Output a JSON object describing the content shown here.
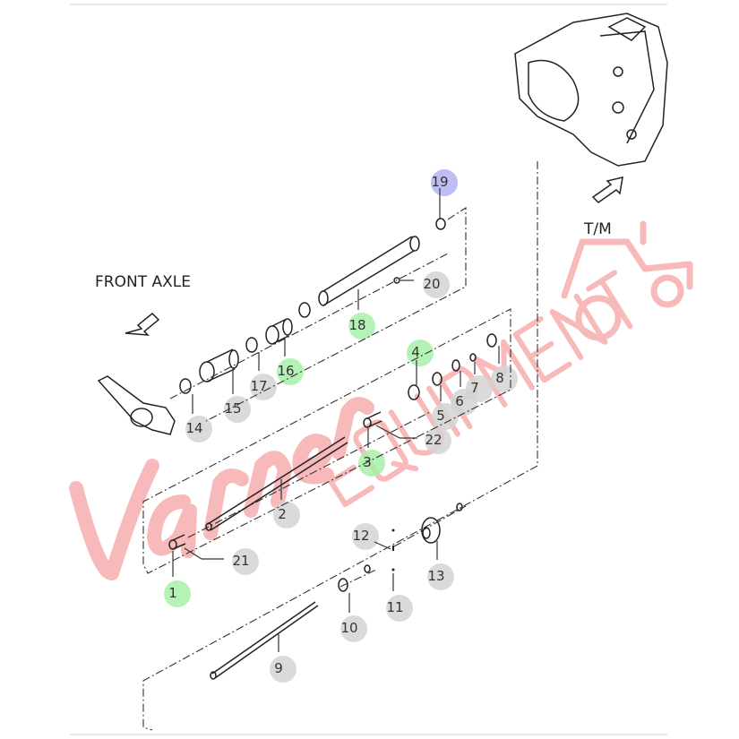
{
  "labels": {
    "front_axle": "FRONT AXLE",
    "transmission": "T/M"
  },
  "watermark": {
    "text": "Varner EQUIPMENT",
    "color": "#f08080"
  },
  "callouts": [
    {
      "num": "1",
      "status": "highlighted",
      "color": "#a8f0a8"
    },
    {
      "num": "2",
      "status": "normal",
      "color": "#d3d3d3"
    },
    {
      "num": "3",
      "status": "highlighted",
      "color": "#a8f0a8"
    },
    {
      "num": "4",
      "status": "highlighted",
      "color": "#a8f0a8"
    },
    {
      "num": "5",
      "status": "normal",
      "color": "#d3d3d3"
    },
    {
      "num": "6",
      "status": "normal",
      "color": "#d3d3d3"
    },
    {
      "num": "7",
      "status": "normal",
      "color": "#d3d3d3"
    },
    {
      "num": "8",
      "status": "normal",
      "color": "#d3d3d3"
    },
    {
      "num": "9",
      "status": "normal",
      "color": "#d3d3d3"
    },
    {
      "num": "10",
      "status": "normal",
      "color": "#d3d3d3"
    },
    {
      "num": "11",
      "status": "normal",
      "color": "#d3d3d3"
    },
    {
      "num": "12",
      "status": "normal",
      "color": "#d3d3d3"
    },
    {
      "num": "13",
      "status": "normal",
      "color": "#d3d3d3"
    },
    {
      "num": "14",
      "status": "normal",
      "color": "#d3d3d3"
    },
    {
      "num": "15",
      "status": "normal",
      "color": "#d3d3d3"
    },
    {
      "num": "16",
      "status": "highlighted",
      "color": "#a8f0a8"
    },
    {
      "num": "17",
      "status": "normal",
      "color": "#d3d3d3"
    },
    {
      "num": "18",
      "status": "highlighted",
      "color": "#a8f0a8"
    },
    {
      "num": "19",
      "status": "selected",
      "color": "#b3b3f0"
    },
    {
      "num": "20",
      "status": "normal",
      "color": "#d3d3d3"
    },
    {
      "num": "21",
      "status": "normal",
      "color": "#d3d3d3"
    },
    {
      "num": "22",
      "status": "normal",
      "color": "#d3d3d3"
    }
  ]
}
